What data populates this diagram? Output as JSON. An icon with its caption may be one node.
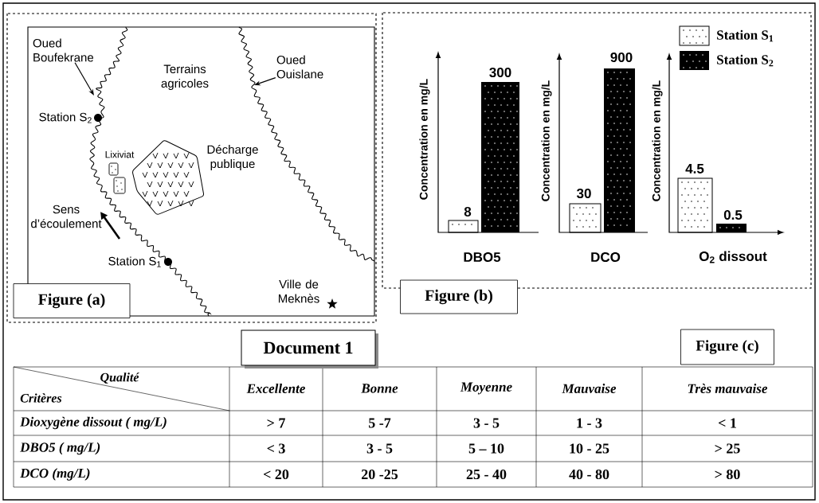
{
  "diagram": {
    "nodes": [
      {
        "text": [
          "Figure (a)"
        ]
      },
      {
        "text": [
          "Figure (b)"
        ]
      },
      {
        "text": [
          "Document 1"
        ]
      },
      {
        "text": [
          "Figure (c)"
        ]
      },
      {
        "text": [
          "Oued Boufekrane"
        ]
      },
      {
        "text": [
          "Oued Ouislane"
        ]
      }
    ],
    "edges": [
      {
        "from": 4,
        "to": null,
        "arrow": "to"
      },
      {
        "from": 5,
        "to": null,
        "arrow": "to"
      }
    ],
    "labels": [
      "Terrains agricoles",
      "Station S$_{2}$",
      "Lixiviat",
      "Décharge publique",
      "Sens d’écoulement",
      "Station S$_{1}$",
      "Ville de Meknès",
      "Concentration en mg/L",
      "300",
      "8",
      "DBO5",
      "Concentration en mg/L",
      "900",
      "30",
      "DCO",
      "Concentration en mg/L",
      "4.5",
      "0.5",
      "O$_{2}$ dissout",
      "Qualité",
      "Critères",
      "Excellente",
      "Bonne",
      "Moyenne",
      "Mauvaise",
      "Très mauvaise",
      "Dioxygène dissout ( mg/L)",
      "> 7",
      "5 -7",
      "3 - 5",
      "1 - 3",
      "< 1",
      "DBO5 ( mg/L)",
      "< 3",
      "3 - 5",
      "5 – 10",
      "10 - 25",
      "> 25",
      "DCO (mg/L)",
      "< 20",
      "20 -25",
      "25 - 40",
      "40 - 80",
      "> 80"
    ],
    "legend": [
      {
        "text": "Station S$_{1}$"
      },
      {
        "text": "Station S$_{2}$"
      }
    ]
  }
}
